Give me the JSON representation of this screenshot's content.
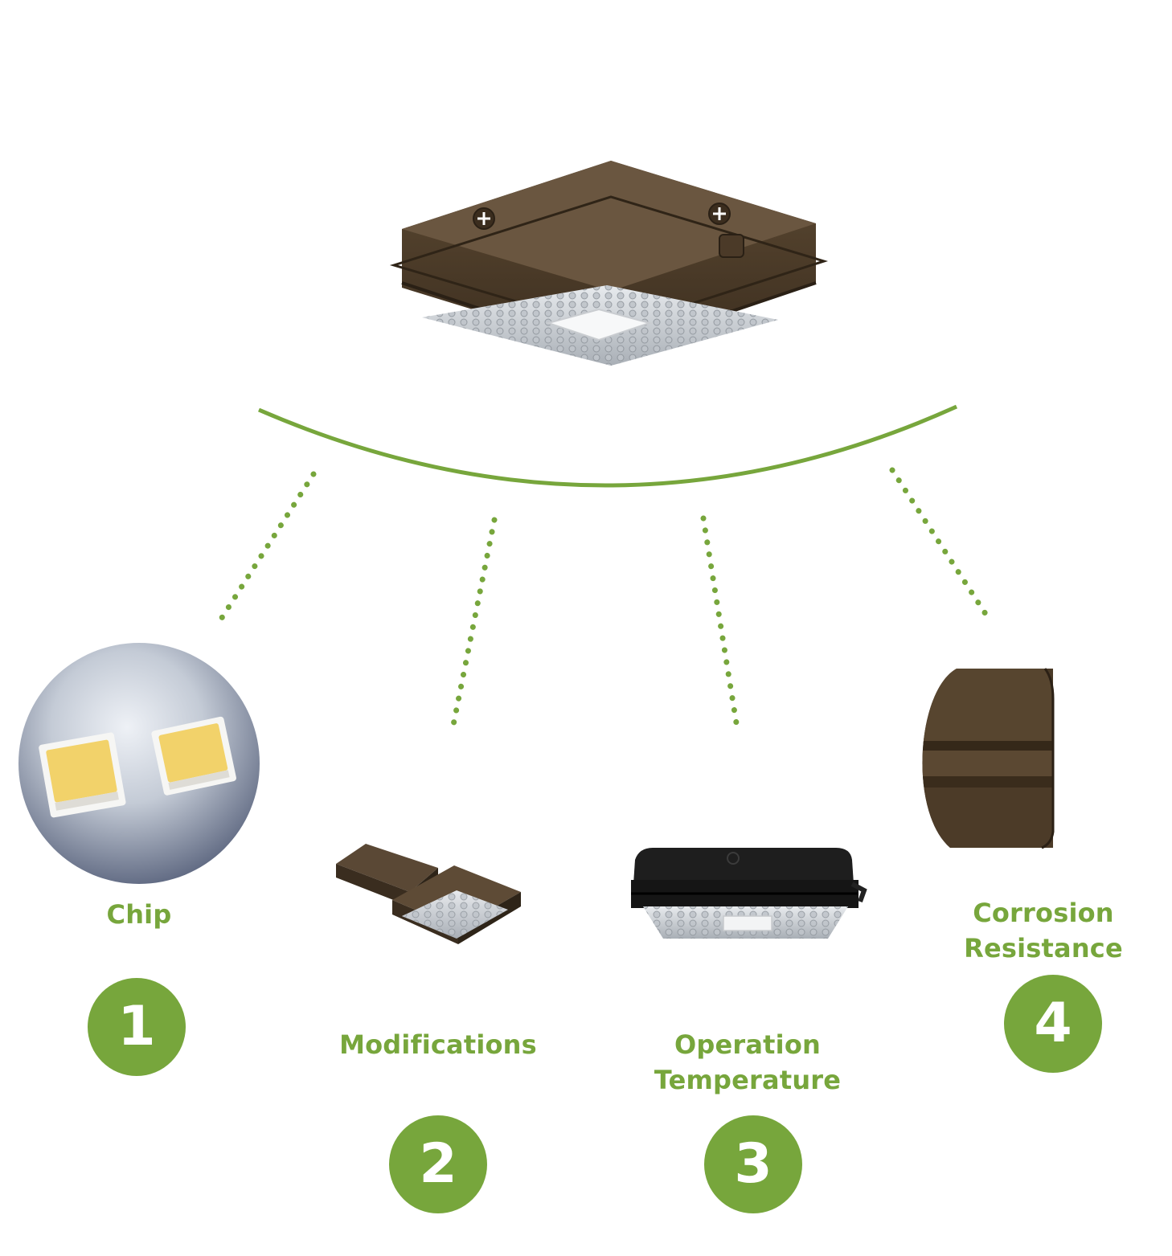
{
  "hero": {
    "icon": "canopy-light-icon",
    "color": "#4a3a26"
  },
  "accent_color": "#77a63c",
  "features": [
    {
      "number": "1",
      "label_lines": [
        "Chip"
      ],
      "icon": "led-chip-icon"
    },
    {
      "number": "2",
      "label_lines": [
        "Modifications"
      ],
      "icon": "modular-fixture-icon"
    },
    {
      "number": "3",
      "label_lines": [
        "Operation",
        "Temperature"
      ],
      "icon": "black-fixture-icon"
    },
    {
      "number": "4",
      "label_lines": [
        "Corrosion",
        "Resistance"
      ],
      "icon": "housing-closeup-icon"
    }
  ]
}
